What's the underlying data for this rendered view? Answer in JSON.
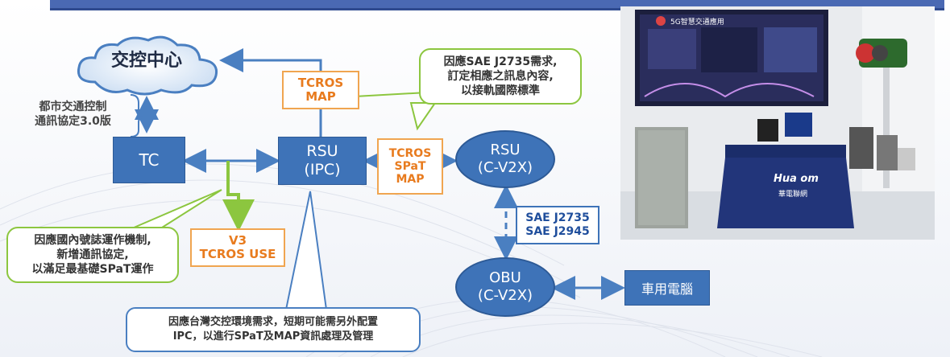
{
  "center": {
    "label": "交控中心"
  },
  "protocol_note": {
    "lines": [
      "都市交通控制",
      "通訊協定3.0版"
    ]
  },
  "tc": {
    "label": "TC"
  },
  "rsu_ipc": {
    "lines": [
      "RSU",
      "(IPC)"
    ]
  },
  "rsu_cv2x": {
    "lines": [
      "RSU",
      "(C-V2X)"
    ]
  },
  "obu_cv2x": {
    "lines": [
      "OBU",
      "(C-V2X)"
    ]
  },
  "car_pc": {
    "label": "車用電腦"
  },
  "tcros_map": {
    "lines": [
      "TCROS",
      "MAP"
    ]
  },
  "tcros_spat_map": {
    "lines": [
      "TCROS",
      "SPaT",
      "MAP"
    ]
  },
  "v3_tcros": {
    "lines": [
      "V3",
      "TCROS USE"
    ]
  },
  "sae_box": {
    "lines": [
      "SAE J2735",
      "SAE J2945"
    ]
  },
  "callout_sae": {
    "lines": [
      "因應SAE J2735需求,",
      "訂定相應之訊息內容,",
      "以接軌國際標準"
    ]
  },
  "callout_domestic": {
    "lines": [
      "因應國內號誌運作機制,",
      "新增通訊協定,",
      "以滿足最基礎SPaT運作"
    ]
  },
  "callout_taiwan": {
    "lines": [
      "因應台灣交控環境需求，短期可能需另外配置",
      "IPC，以進行SPaT及MAP資訊處理及管理"
    ]
  },
  "photo": {
    "logo_text": "Hua om",
    "logo_sub": "華電聯網",
    "poster_title": "5G智慧交通應用"
  },
  "colors": {
    "node_blue": "#3e73b8",
    "orange": "#f0a550",
    "green": "#8cc63f",
    "arrow_blue": "#4a7fc1"
  }
}
